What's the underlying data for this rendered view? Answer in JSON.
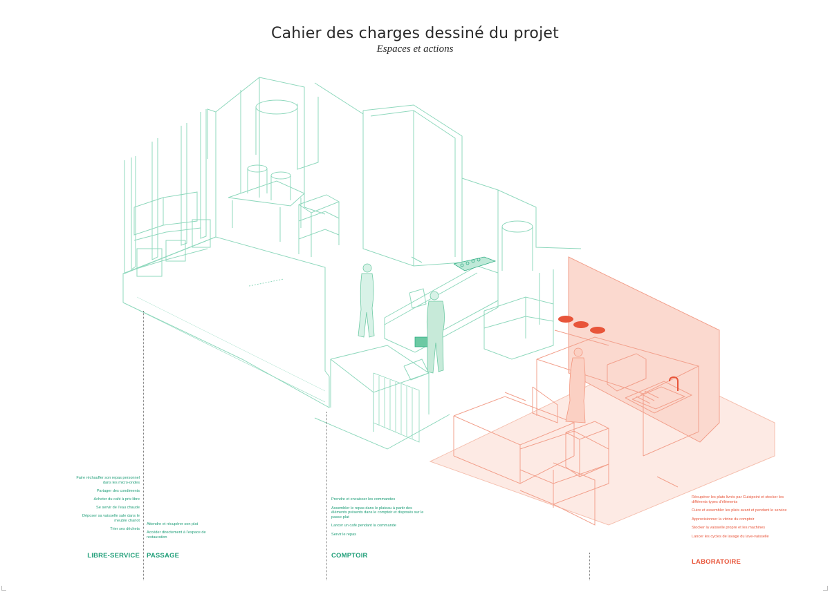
{
  "header": {
    "title": "Cahier des charges dessiné du projet",
    "subtitle": "Espaces et actions"
  },
  "colors": {
    "green": "#1f9e78",
    "green_line": "#8fd8bd",
    "orange": "#e8553a",
    "orange_line": "#f2a08c",
    "text": "#2a2a2a"
  },
  "zones": {
    "libre_service": {
      "label": "LIBRE-SERVICE",
      "actions": [
        "Faire réchauffer son repas personnel dans les micro-ondes",
        "Partager des condiments",
        "Acheter du café à prix libre",
        "Se servir de l'eau chaude",
        "Déposer sa vaisselle sale dans le meuble chariot",
        "Trier ses déchets"
      ]
    },
    "passage": {
      "label": "PASSAGE",
      "actions": [
        "Attendre et récupérer son plat",
        "Accéder directement à l'espace de restauration"
      ]
    },
    "comptoir": {
      "label": "COMPTOIR",
      "actions": [
        "Prendre et encaisser les commandes",
        "Assembler le repas dans le plateau à partir des éléments présents dans le comptoir et disposés sur le passe-plat",
        "Lancer un café pendant la commande",
        "Servir le repas"
      ]
    },
    "laboratoire": {
      "label": "LABORATOIRE",
      "actions": [
        "Récupérer les plats livrés par Cuisipoint et stocker les différents types d'éléments",
        "Cuire et assembler les plats avant et pendant le service",
        "Approvisionner la vitrine du comptoir",
        "Stocker la vaisselle propre et les machines",
        "Lancer les cycles de lavage du lave-vaisselle"
      ]
    }
  }
}
